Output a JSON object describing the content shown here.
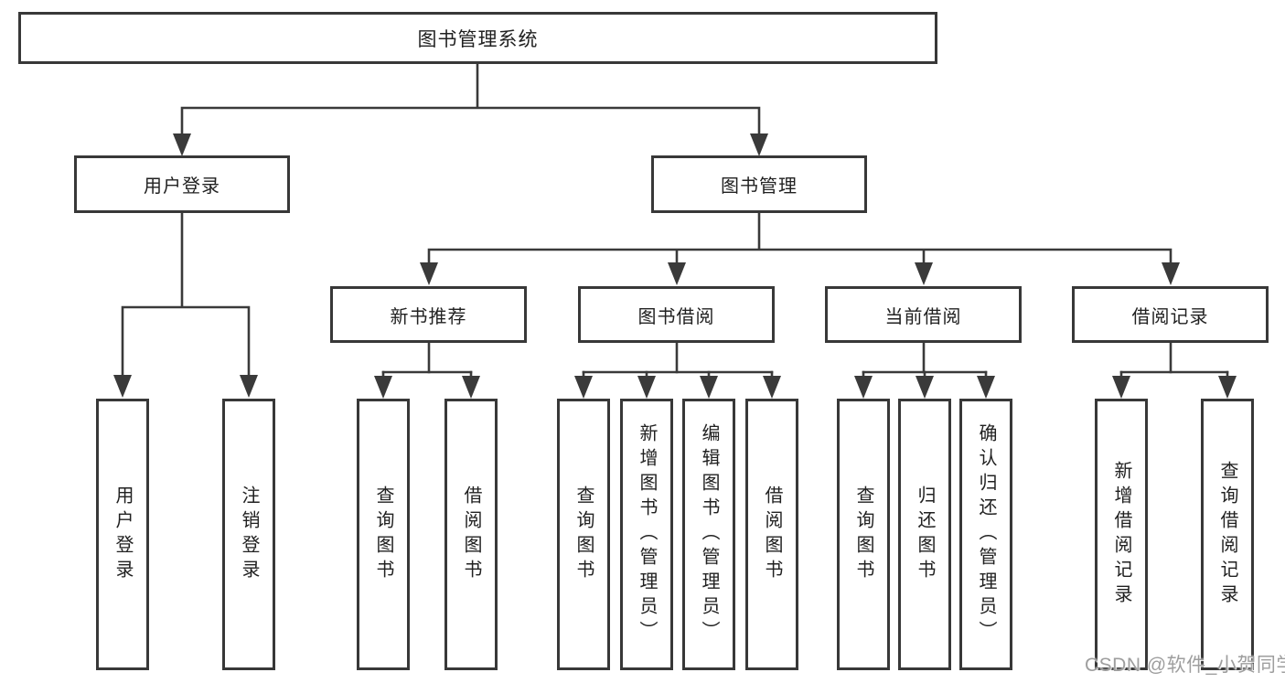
{
  "tree": {
    "root": {
      "label": "图书管理系统"
    },
    "login_branch": {
      "label": "用户登录",
      "leaves": [
        "用户登录",
        "注销登录"
      ]
    },
    "mgmt_branch": {
      "label": "图书管理",
      "children": [
        {
          "label": "新书推荐",
          "leaves": [
            "查询图书",
            "借阅图书"
          ]
        },
        {
          "label": "图书借阅",
          "leaves": [
            "查询图书",
            "新增图书（管理员）",
            "编辑图书（管理员）",
            "借阅图书"
          ]
        },
        {
          "label": "当前借阅",
          "leaves": [
            "查询图书",
            "归还图书",
            "确认归还（管理员）"
          ]
        },
        {
          "label": "借阅记录",
          "leaves": [
            "新增借阅记录",
            "查询借阅记录"
          ]
        }
      ]
    }
  },
  "watermark": {
    "text": "CSDN @软件_小贺同学"
  },
  "colors": {
    "line": "#3a3a3a",
    "box_border": "#383838",
    "text": "#212121",
    "watermark": "#9e9e9e",
    "background": "#ffffff"
  }
}
